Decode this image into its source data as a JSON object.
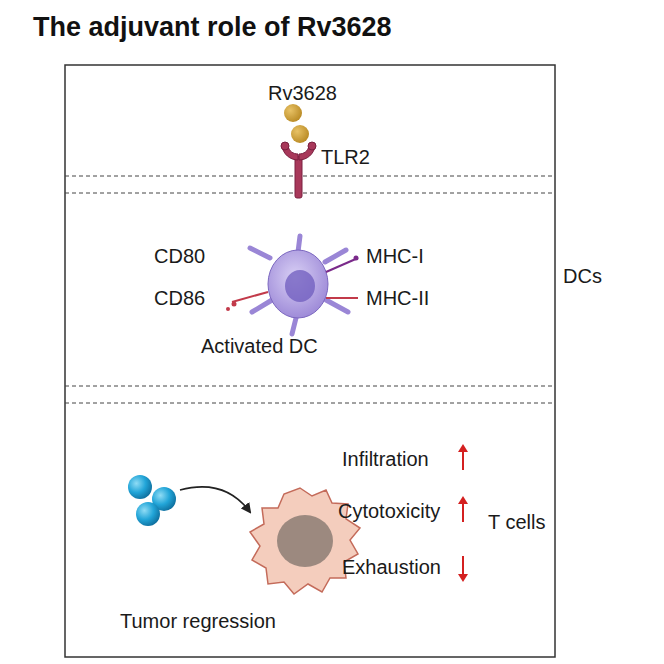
{
  "diagram": {
    "title": "The adjuvant role of Rv3628",
    "labels": [
      "Rv3628",
      "TLR2",
      "CD80",
      "CD86",
      "MHC-I",
      "MHC-II",
      "Activated DC",
      "DCs",
      "Infiltration",
      "Cytotoxicity",
      "Exhaustion",
      "T cells",
      "Tumor regression"
    ]
  }
}
